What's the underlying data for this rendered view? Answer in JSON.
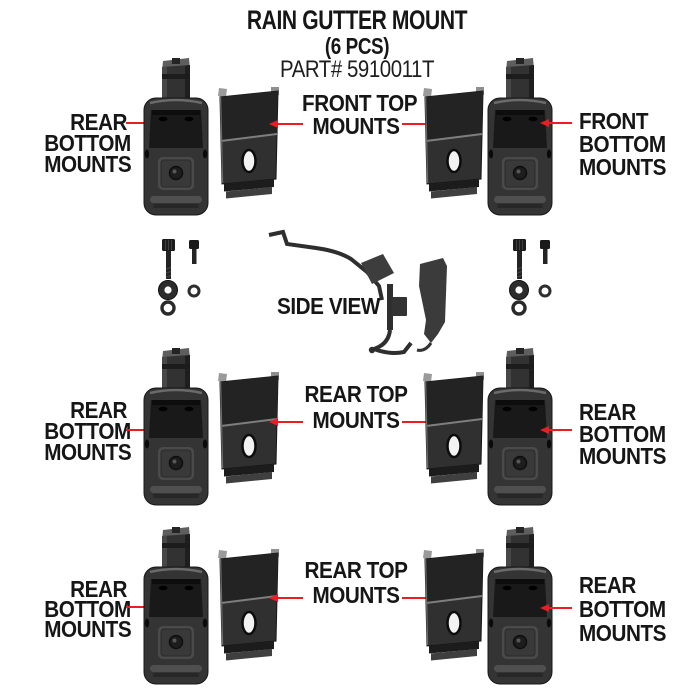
{
  "header": {
    "title": "RAIN GUTTER MOUNT",
    "pieces": "(6 PCS)",
    "part_number": "PART# 5910011T"
  },
  "side_view": {
    "label": "SIDE VIEW"
  },
  "rows": [
    {
      "left_label": {
        "line1": "REAR",
        "line2": "BOTTOM",
        "line3": "MOUNTS"
      },
      "center_label": {
        "line1": "FRONT TOP",
        "line2": "MOUNTS"
      },
      "right_label": {
        "line1": "FRONT",
        "line2": "BOTTOM",
        "line3": "MOUNTS"
      }
    },
    {
      "left_label": {
        "line1": "REAR",
        "line2": "BOTTOM",
        "line3": "MOUNTS"
      },
      "center_label": {
        "line1": "REAR TOP",
        "line2": "MOUNTS"
      },
      "right_label": {
        "line1": "REAR",
        "line2": "BOTTOM",
        "line3": "MOUNTS"
      }
    },
    {
      "left_label": {
        "line1": "REAR",
        "line2": "BOTTOM",
        "line3": "MOUNTS"
      },
      "center_label": {
        "line1": "REAR TOP",
        "line2": "MOUNTS"
      },
      "right_label": {
        "line1": "REAR",
        "line2": "BOTTOM",
        "line3": "MOUNTS"
      }
    }
  ],
  "images": {
    "bottom_mount_bracket": "black stamped-steel bottom mount bracket, front view",
    "top_mount_plate": "black top mount plate with oval slot, front view",
    "hardware_kit": "mounting hardware set: long bolt, short bolt, three washers",
    "side_view_drawing": "side profile of assembled rain gutter mount"
  },
  "colors": {
    "arrow_red": "#ec1c24",
    "text": "#161616",
    "background": "#ffffff"
  }
}
